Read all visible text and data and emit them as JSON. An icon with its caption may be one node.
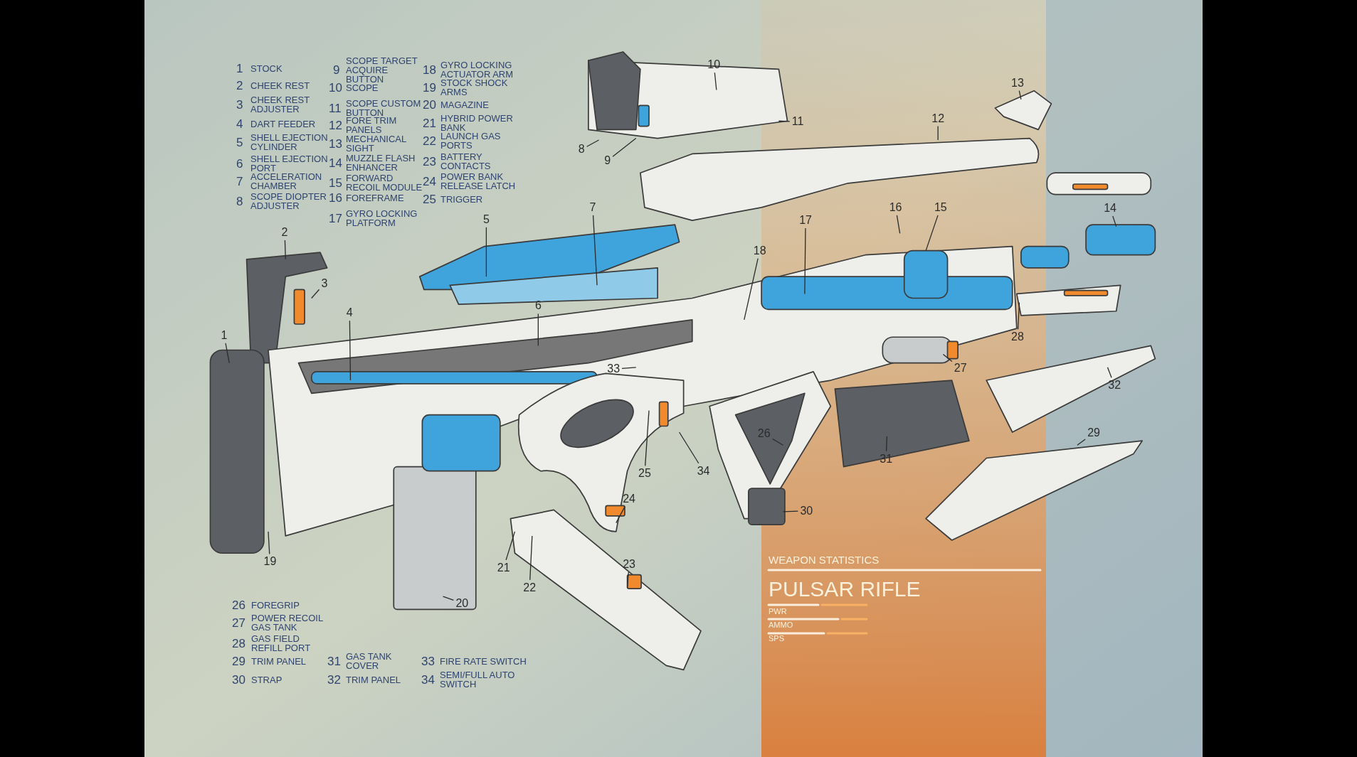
{
  "diagram": {
    "nodes": [
      {
        "text": [
          "1"
        ]
      },
      {
        "text": [
          "2"
        ]
      },
      {
        "text": [
          "3"
        ]
      },
      {
        "text": [
          "4"
        ]
      },
      {
        "text": [
          "5"
        ]
      },
      {
        "text": [
          "6"
        ]
      },
      {
        "text": [
          "7"
        ]
      },
      {
        "text": [
          "8"
        ]
      },
      {
        "text": [
          "9"
        ]
      },
      {
        "text": [
          "10"
        ]
      },
      {
        "text": [
          "11"
        ]
      },
      {
        "text": [
          "12"
        ]
      },
      {
        "text": [
          "13"
        ]
      },
      {
        "text": [
          "14"
        ]
      },
      {
        "text": [
          "15"
        ]
      },
      {
        "text": [
          "16"
        ]
      },
      {
        "text": [
          "17"
        ]
      },
      {
        "text": [
          "18"
        ]
      },
      {
        "text": [
          "19"
        ]
      },
      {
        "text": [
          "20"
        ]
      },
      {
        "text": [
          "21"
        ]
      },
      {
        "text": [
          "22"
        ]
      },
      {
        "text": [
          "23"
        ]
      },
      {
        "text": [
          "24"
        ]
      },
      {
        "text": [
          "25"
        ]
      },
      {
        "text": [
          "26"
        ]
      },
      {
        "text": [
          "27"
        ]
      },
      {
        "text": [
          "28"
        ]
      },
      {
        "text": [
          "29"
        ]
      },
      {
        "text": [
          "30"
        ]
      },
      {
        "text": [
          "31"
        ]
      },
      {
        "text": [
          "32"
        ]
      },
      {
        "text": [
          "33"
        ]
      },
      {
        "text": [
          "34"
        ]
      }
    ],
    "edges": [
      {
        "from": 0,
        "to": null,
        "arrow": "none"
      },
      {
        "from": 1,
        "to": null,
        "arrow": "none"
      },
      {
        "from": 2,
        "to": null,
        "arrow": "none"
      },
      {
        "from": 3,
        "to": null,
        "arrow": "none"
      },
      {
        "from": 4,
        "to": null,
        "arrow": "none"
      },
      {
        "from": 5,
        "to": null,
        "arrow": "none"
      },
      {
        "from": 6,
        "to": null,
        "arrow": "none"
      },
      {
        "from": 7,
        "to": null,
        "arrow": "none"
      },
      {
        "from": 8,
        "to": null,
        "arrow": "none"
      },
      {
        "from": 9,
        "to": null,
        "arrow": "none"
      },
      {
        "from": 10,
        "to": null,
        "arrow": "none"
      },
      {
        "from": 11,
        "to": null,
        "arrow": "none"
      },
      {
        "from": 12,
        "to": null,
        "arrow": "none"
      },
      {
        "from": 13,
        "to": null,
        "arrow": "none"
      },
      {
        "from": 14,
        "to": null,
        "arrow": "none"
      },
      {
        "from": 15,
        "to": null,
        "arrow": "none"
      },
      {
        "from": 16,
        "to": null,
        "arrow": "none"
      },
      {
        "from": 17,
        "to": null,
        "arrow": "none"
      },
      {
        "from": 18,
        "to": null,
        "arrow": "none"
      },
      {
        "from": 19,
        "to": null,
        "arrow": "none"
      },
      {
        "from": 20,
        "to": null,
        "arrow": "none"
      },
      {
        "from": 21,
        "to": null,
        "arrow": "none"
      },
      {
        "from": 22,
        "to": null,
        "arrow": "none"
      },
      {
        "from": 23,
        "to": null,
        "arrow": "none"
      },
      {
        "from": 24,
        "to": null,
        "arrow": "none"
      },
      {
        "from": 25,
        "to": null,
        "arrow": "none"
      },
      {
        "from": 26,
        "to": null,
        "arrow": "none"
      },
      {
        "from": 27,
        "to": null,
        "arrow": "none"
      },
      {
        "from": 28,
        "to": null,
        "arrow": "none"
      },
      {
        "from": 29,
        "to": null,
        "arrow": "none"
      },
      {
        "from": 30,
        "to": null,
        "arrow": "none"
      },
      {
        "from": 31,
        "to": null,
        "arrow": "none"
      },
      {
        "from": 32,
        "to": null,
        "arrow": "none"
      },
      {
        "from": 33,
        "to": null,
        "arrow": "none"
      }
    ],
    "labels": [
      "1",
      "STOCK",
      "2",
      "CHEEK REST",
      "3",
      "CHEEK REST ADJUSTER",
      "4",
      "DART FEEDER",
      "5",
      "SHELL EJECTION CYLINDER",
      "6",
      "SHELL EJECTION PORT",
      "7",
      "ACCELERATION CHAMBER",
      "8",
      "SCOPE DIOPTER ADJUSTER",
      "9",
      "SCOPE TARGET ACQUIRE BUTTON",
      "10",
      "SCOPE",
      "11",
      "SCOPE CUSTOM BUTTON",
      "12",
      "FORE TRIM PANELS",
      "13",
      "MECHANICAL SIGHT",
      "14",
      "MUZZLE FLASH ENHANCER",
      "15",
      "FORWARD RECOIL MODULE",
      "16",
      "FOREFRAME",
      "17",
      "GYRO LOCKING PLATFORM",
      "18",
      "GYRO LOCKING ACTUATOR ARM",
      "19",
      "STOCK SHOCK ARMS",
      "20",
      "MAGAZINE",
      "21",
      "HYBRID POWER BANK",
      "22",
      "LAUNCH GAS PORTS",
      "23",
      "BATTERY CONTACTS",
      "24",
      "POWER BANK RELEASE LATCH",
      "25",
      "TRIGGER",
      "26",
      "FOREGRIP",
      "27",
      "POWER RECOIL GAS TANK",
      "28",
      "GAS FIELD REFILL PORT",
      "29",
      "TRIM PANEL",
      "30",
      "STRAP",
      "31",
      "GAS TANK COVER",
      "32",
      "TRIM PANEL",
      "33",
      "FIRE RATE SWITCH",
      "34",
      "SEMI/FULL AUTO SWITCH",
      "WEAPON STATISTICS",
      "PULSAR RIFLE",
      "PWR",
      "AMMO",
      "SPS"
    ]
  }
}
